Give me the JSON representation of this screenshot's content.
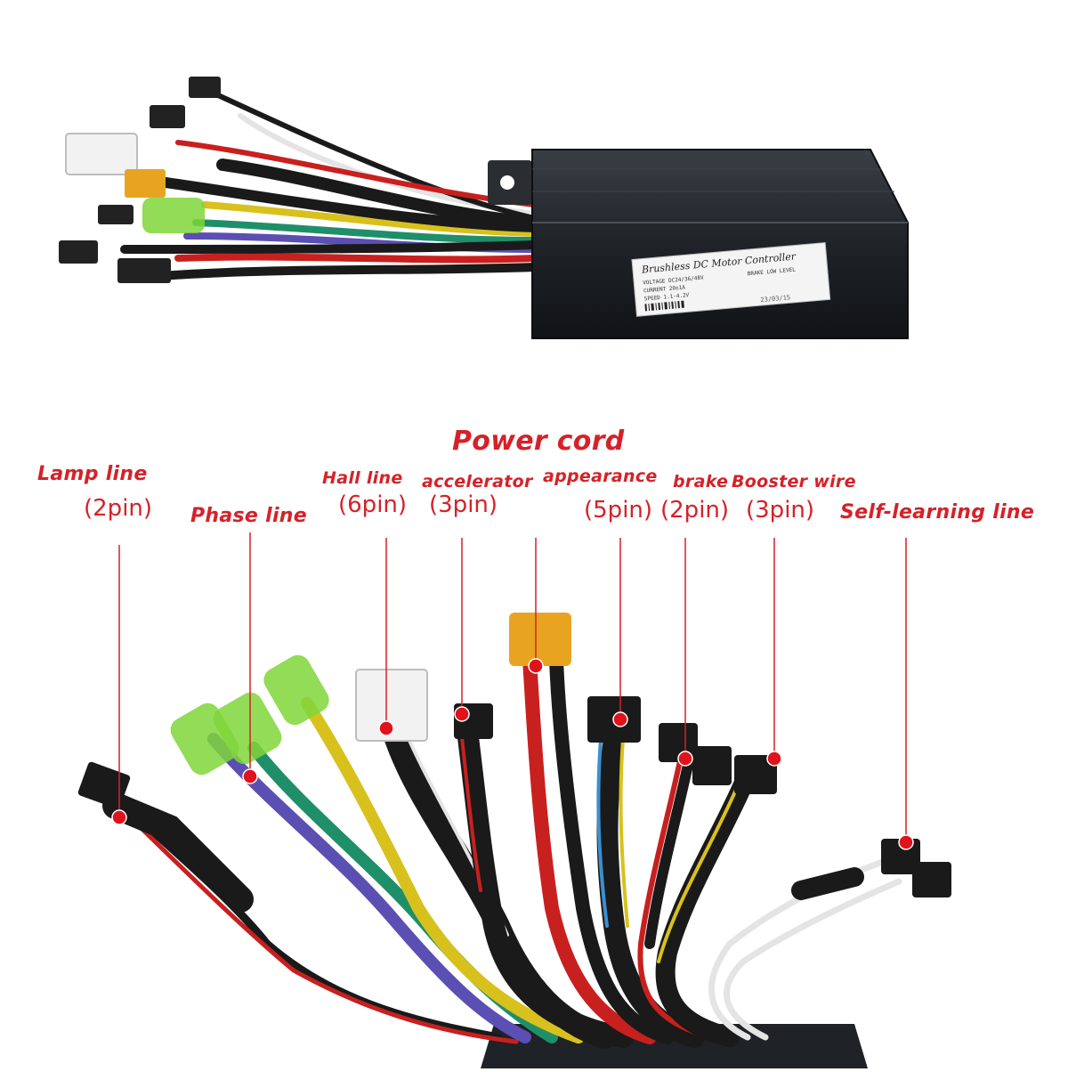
{
  "product_label": {
    "title": "Brushless DC Motor Controller",
    "voltage": "VOLTAGE DC24/36/48V",
    "brake": "BRAKE LOW LEVEL",
    "current": "CURRENT 20±1A",
    "speed": "SPEED 1.1-4.2V",
    "date": "23/03/15"
  },
  "labels": {
    "power_cord": "Power cord",
    "lamp_line": "Lamp line",
    "lamp_pins": "(2pin)",
    "phase_line": "Phase line",
    "hall_line": "Hall line",
    "hall_pins": "(6pin)",
    "accelerator": "accelerator",
    "accelerator_pins": "(3pin)",
    "appearance": "appearance",
    "appearance_pins": "(5pin)",
    "brake": "brake",
    "brake_pins": "(2pin)",
    "booster_wire": "Booster wire",
    "booster_pins": "(3pin)",
    "self_learning": "Self-learning line"
  },
  "colors": {
    "annotation_red": "#d62128",
    "controller_body": "#1c1f24",
    "wire_red": "#c8201f",
    "wire_black": "#1a1a1a",
    "wire_yellow": "#d8c11c",
    "wire_green": "#1f8f6a",
    "wire_purple": "#5b4fb3",
    "wire_white": "#e4e4e4",
    "connector_green": "#7fd63a",
    "connector_orange": "#e8a421"
  }
}
